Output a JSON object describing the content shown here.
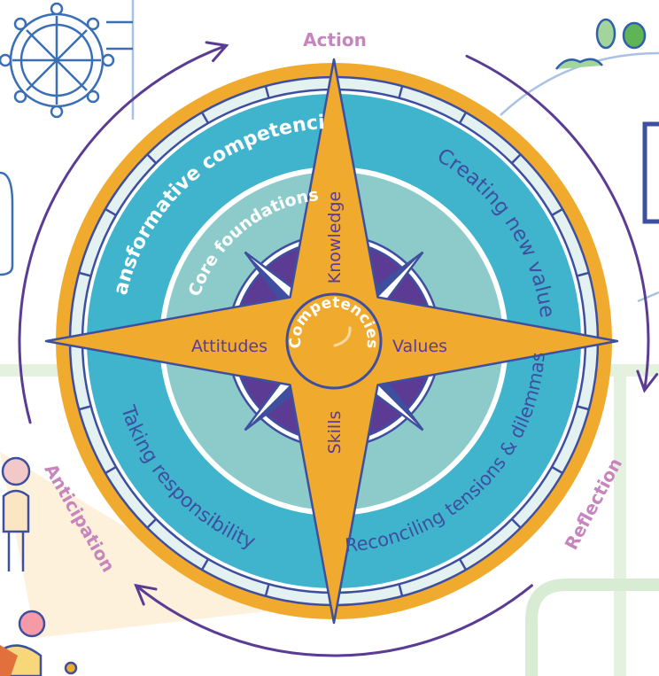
{
  "outer_labels": {
    "action": "Action",
    "reflection": "Reflection",
    "anticipation": "Anticipation"
  },
  "rings": {
    "transformative": "Transformative competencies",
    "creating": "Creating new value",
    "taking": "Taking responsibility",
    "reconciling": "Reconciling tensions & dilemmas",
    "core": "Core foundations"
  },
  "compass": {
    "center": "Competencies",
    "north": "Knowledge",
    "south": "Skills",
    "west": "Attitudes",
    "east": "Values"
  },
  "colors": {
    "orange": "#f0aa2d",
    "outline": "#3f4fa0",
    "teal": "#40b4cc",
    "light_teal": "#8ccbca",
    "purple": "#5c3b94",
    "label_pink": "#c785bd",
    "arrow": "#5b3c94"
  }
}
